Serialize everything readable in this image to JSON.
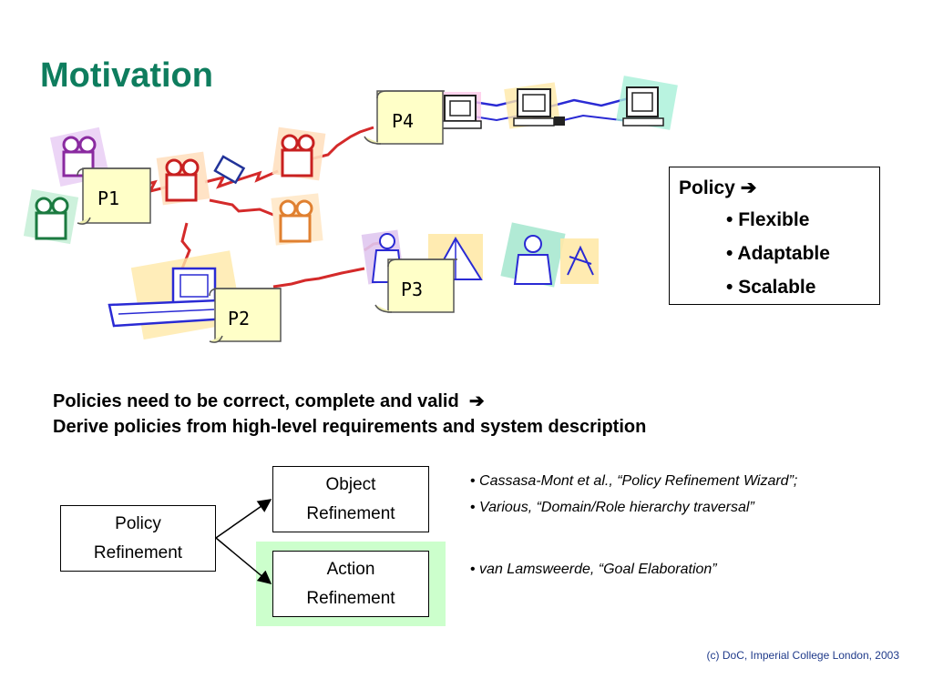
{
  "title": "Motivation",
  "scrolls": {
    "p1": "P1",
    "p2": "P2",
    "p3": "P3",
    "p4": "P4"
  },
  "policy_box": {
    "heading": "Policy",
    "arrow": "➔",
    "items": [
      "Flexible",
      "Adaptable",
      "Scalable"
    ]
  },
  "requirements": {
    "line1": "Policies need to be correct, complete and valid",
    "line1_arrow": "➔",
    "line2": "Derive policies from high-level requirements and system description"
  },
  "refinement": {
    "policy": {
      "line1": "Policy",
      "line2": "Refinement"
    },
    "object": {
      "line1": "Object",
      "line2": "Refinement"
    },
    "action": {
      "line1": "Action",
      "line2": "Refinement"
    }
  },
  "references": [
    "Cassasa-Mont et al., “Policy Refinement Wizard”;",
    "Various, “Domain/Role hierarchy traversal”",
    "van Lamsweerde, “Goal Elaboration”"
  ],
  "footer": "(c) DoC, Imperial College London, 2003",
  "colors": {
    "title": "#0e7d5e",
    "footer": "#1f3a8a",
    "action_highlight": "#ccffcc"
  }
}
